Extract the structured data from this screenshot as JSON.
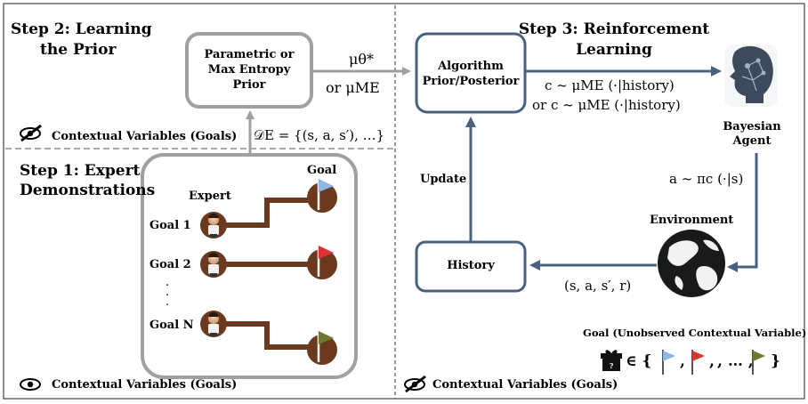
{
  "step2": {
    "title_line1": "Step 2: Learning",
    "title_line2": "the Prior",
    "prior_box": [
      "Parametric or",
      "Max Entropy",
      "Prior"
    ],
    "mu_star": "μθ*",
    "or_mu_me": "or μME",
    "demo_set": "𝒟E = {(s, a, s′), …}"
  },
  "step1": {
    "title_line1": "Step 1: Expert",
    "title_line2": "Demonstrations",
    "expert_label": "Expert",
    "goal_header": "Goal",
    "goals": [
      "Goal 1",
      "Goal 2",
      "Goal N"
    ],
    "ellipsis": ".\n.\n."
  },
  "step3": {
    "title_line1": "Step 3: Reinforcement",
    "title_line2": "Learning",
    "algo_box": [
      "Algorithm",
      "Prior/Posterior"
    ],
    "history_box": "History",
    "update_label": "Update",
    "sample_line1": "c ~ μME (·|history)",
    "sample_line2": "or c ~ μME (·|history)",
    "agent_label": [
      "Bayesian",
      "Agent"
    ],
    "action": "a ~ πc (·|s)",
    "environment_label": "Environment",
    "transition": "(s, a, s′, r)",
    "goal_set_title": "Goal (Unobserved Contextual Variable)",
    "goal_set": [
      "∈ {",
      ",",
      ",",
      ", … ,",
      "}"
    ]
  },
  "context": {
    "observed_label": "Contextual Variables (Goals)",
    "hidden_label_top": "Contextual Variables (Goals)",
    "hidden_label_right": "Contextual Variables (Goals)"
  },
  "colors": {
    "navy": "#4a6080",
    "gray": "#a0a0a0",
    "path_brown": "#6b3a1e",
    "flag_blue": "#8fb6e8",
    "flag_red": "#d33",
    "flag_olive": "#6b7a2e"
  }
}
